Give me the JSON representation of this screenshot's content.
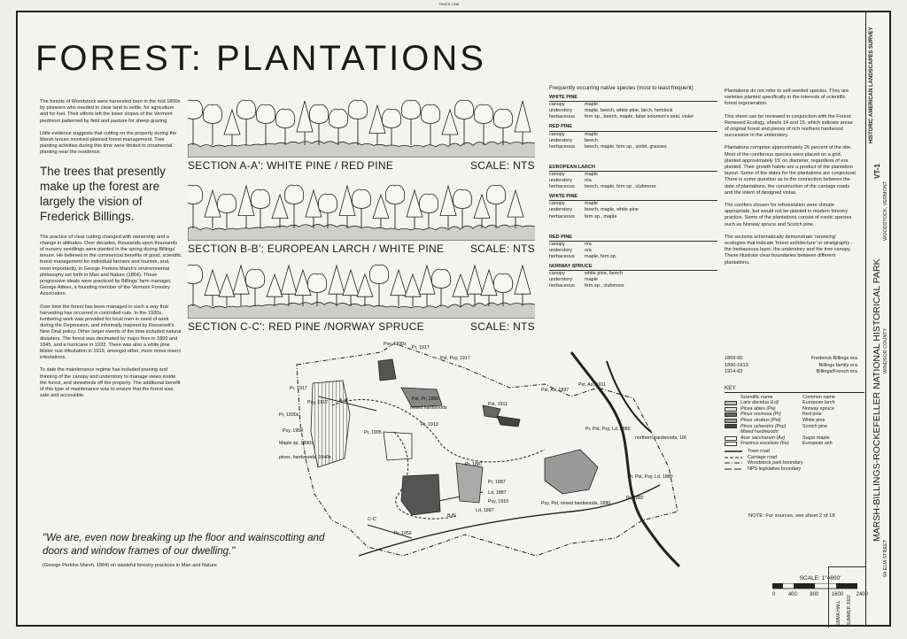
{
  "title": "FOREST: PLANTATIONS",
  "intro": {
    "p1": "The forests of Woodstock were harvested bare in the mid 1800s by pioneers who needed to clear land to settle, for agriculture and for fuel. Their efforts left the lower slopes of the Vermont piedmont patterned by field and pasture for sheep grazing.",
    "p2": "Little evidence suggests that cutting on the property during the Marsh tenure involved planned forest management. Tree planting activities during this time were limited to ornamental planting near the residence.",
    "pullquote": "The trees that presently make up the forest are largely the vision of Frederick Billings.",
    "p3": "The practice of clear cutting changed with ownership and a change in attitudes. Over decades, thousands upon thousands of nursery seedlings were planted in the spring during Billings' tenure. He believed in the commercial benefits of good, scientific forest management for individual farmers and tourism, and, most importantly, in George Perkins Marsh's environmental philosophy set forth in Man and Nature (1864). These progressive ideals were practiced by Billings' farm manager, George Aitken, a founding member of the Vermont Forestry Association.",
    "p4": "Over time the forest has been managed in such a way that harvesting has occurred in controlled cuts. In the 1930s, lumbering work was provided for local men in need of work during the Depression, and informally inspired by Roosevelt's New Deal policy. Other larger events of the time included natural disasters. The forest was decimated by major fires in 1800 and 1845, and a hurricane in 1932. There was also a white pine blister rust infestation in 1919, amongst other, more minor insect infestations.",
    "p5": "To date the maintenance regime has included pruning and thinning of the canopy and understory to manage views inside the forest, and viewsheds off the property. The additional benefit of this type of maintenance was to ensure that the forest was safe and accessible."
  },
  "sections": [
    {
      "label": "SECTION A-A': WHITE PINE / RED PINE",
      "scale": "SCALE: NTS"
    },
    {
      "label": "SECTION B-B': EUROPEAN LARCH / WHITE PINE",
      "scale": "SCALE: NTS"
    },
    {
      "label": "SECTION C-C': RED PINE /NORWAY SPRUCE",
      "scale": "SCALE: NTS"
    }
  ],
  "species": {
    "header": "Frequently occurring native species (most to least frequent)",
    "groups": [
      {
        "name": "WHITE PINE",
        "rows": [
          [
            "canopy",
            "maple"
          ],
          [
            "understory",
            "maple, beech, white pine, birch, hemlock"
          ],
          [
            "herbaceous",
            "fern sp., beech, maple, false solomon's seal, violet"
          ]
        ]
      },
      {
        "name": "RED PINE",
        "rows": [
          [
            "canopy",
            "maple"
          ],
          [
            "understory",
            "beech"
          ],
          [
            "herbaceous",
            "beech, maple, fern sp., violet, grasses"
          ]
        ]
      },
      {
        "name": "EUROPEAN LARCH",
        "rows": [
          [
            "canopy",
            "maple"
          ],
          [
            "understory",
            "n/a"
          ],
          [
            "herbaceous",
            "beech, maple, fern sp., clubmoss"
          ]
        ]
      },
      {
        "name": "WHITE PINE",
        "rows": [
          [
            "canopy",
            "maple"
          ],
          [
            "understory",
            "beech, maple, white pine"
          ],
          [
            "herbaceous",
            "fern sp., maple"
          ]
        ]
      },
      {
        "name": "RED PINE",
        "rows": [
          [
            "canopy",
            "n/a"
          ],
          [
            "understory",
            "n/a"
          ],
          [
            "herbaceous",
            "maple, fern sp."
          ]
        ]
      },
      {
        "name": "NORWAY SPRUCE",
        "rows": [
          [
            "canopy",
            "white pine, beech"
          ],
          [
            "understory",
            "maple"
          ],
          [
            "herbaceous",
            "fern sp., clubmoss"
          ]
        ]
      }
    ]
  },
  "right": {
    "p1": "Plantations do not refer to self-seeded species. They are varieties planted specifically in the interests of scientific forest regeneration.",
    "p2": "This sheet can be reviewed in conjunction with the Forest: Renewed Ecology, sheets 14 and 15, which indicate areas of original forest and pieces of rich northern hardwood succession in the understory.",
    "p3": "Plantations comprise approximately 26 percent of the site. Most of the coniferous species were placed on a grid, planted approximately 15' on diameter, regardless of era planted. Their growth habits are a product of the plantation layout. Some of the dates for the plantations are conjectural. There is some question as to the connection between the date of plantations, the construction of the carriage roads and the intent of designed vistas.",
    "p4": "The conifers chosen for reforestation were climate appropriate, but would not be planted in modern forestry practice. Some of the plantations consist of exotic species such as Norway spruce and Scotch pine.",
    "p5": "The sections schematically demonstrate 'renewing' ecologies that indicate 'forest architecture' or stratigraphy - the herbaceous layer, the understory and the tree canopy. These illustrate clear boundaries between different plantations."
  },
  "eras": [
    {
      "years": "1869-90",
      "label": "Frederick Billings era"
    },
    {
      "years": "1890-1913",
      "label": "Billings family era"
    },
    {
      "years": "1914-82",
      "label": "Billings/French era"
    }
  ],
  "key": {
    "title": "KEY",
    "head": [
      "Scientific name",
      "Common name"
    ],
    "rows": [
      {
        "sci": "Larix decidua (Ld)",
        "common": "European larch",
        "fill": "#bbbbbb"
      },
      {
        "sci": "Picea abies (Pa)",
        "common": "Norway spruce",
        "fill": "#dddddd"
      },
      {
        "sci": "Pinus resinosa (Pr)",
        "common": "Red pine",
        "fill": "#666666"
      },
      {
        "sci": "Pinus strobus (Pst)",
        "common": "White pine",
        "fill": "#999999"
      },
      {
        "sci": "Pinus sylvestris (Psy)",
        "common": "Scotch pine",
        "fill": "#444444"
      },
      {
        "sci": "Mixed hardwoods:",
        "common": "",
        "fill": ""
      },
      {
        "sci": "Acer saccharum (As)",
        "common": "Sugar maple",
        "fill": "#ffffff"
      },
      {
        "sci": "Fraxinus excelsior (Fe)",
        "common": "European ash",
        "fill": "#ffffff"
      }
    ],
    "lines": [
      "Town road",
      "Carriage road",
      "Woodstock park boundary",
      "NPS legislative boundary"
    ]
  },
  "note": "NOTE: For sources, see sheet 2 of 18",
  "quote": "\"We are, even now breaking up the floor and wainscotting and doors and window frames of our dwelling.\"",
  "quote_cite": "(George Perkins Marsh, 1864) on wasteful forestry practices in Man and Nature",
  "scale": {
    "label": "SCALE: 1\"=800'",
    "ticks": [
      "0",
      "400",
      "800",
      "1600",
      "2400"
    ]
  },
  "map_labels": [
    "Psy, 1930s",
    "Pr, 1917",
    "Pst, Psy, 1917",
    "Pr, 1917",
    "Psy, 1917",
    "Pr, 1930s",
    "Psy, 1950",
    "Pr, 1905",
    "Maple sp. 1890s",
    "pines, hardwoods, 1940s",
    "Pst, Pr, 1896",
    "mixed hardwoods",
    "Pr, 1913",
    "Pst, 1911",
    "Pst, As, 1897",
    "Pst, As, 1911",
    "Pr, Pst, Psy, Ld, 1880",
    "northern hardwoods, 1896",
    "Pr, Pst, Psy, Ld, 1880",
    "Pr, 1882",
    "Pr, 1887",
    "Pr, 1887",
    "Ld, 1887",
    "Psy, 1910",
    "Ld, 1887",
    "Psy, Pst, mixed hardwoods, 1880",
    "Pr, 1952",
    "A-A'",
    "B-B'",
    "C-C'"
  ],
  "sidebar": {
    "park": "MARSH-BILLINGS-ROCKEFELLER NATIONAL HISTORICAL PARK",
    "address": "54 ELM STREET",
    "county": "WINDSOR COUNTY",
    "town": "WOODSTOCK, VERMONT",
    "survey": "HISTORIC AMERICAN LANDSCAPES SURVEY",
    "sheet": "VT-1",
    "drawn_by": "EMMA HALL",
    "year": "SUMMER 2002"
  },
  "top_mark": "TRACE LINE"
}
